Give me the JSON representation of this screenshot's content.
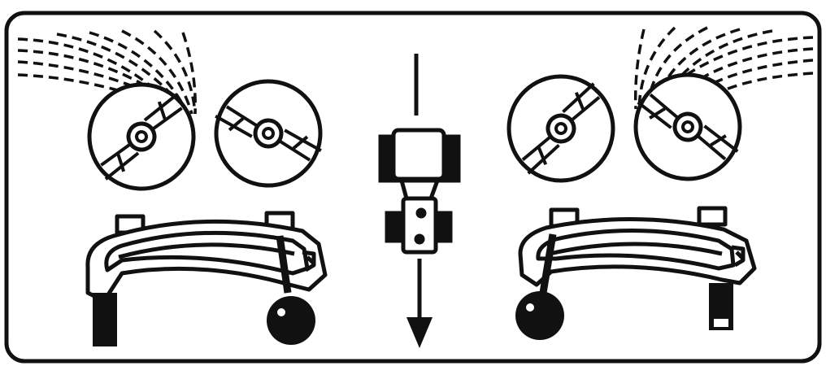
{
  "colors": {
    "ink": "#111111",
    "paper": "#ffffff"
  },
  "panels": {
    "left": {
      "rotation_direction": "counterclockwise",
      "spread_side": "left",
      "weight_side": "right"
    },
    "right": {
      "rotation_direction": "clockwise",
      "spread_side": "right",
      "weight_side": "left"
    }
  },
  "icons": {
    "tractor": "tractor-top-view-icon",
    "arrow": "travel-direction-arrow-icon",
    "disc": "spinner-disc-icon",
    "deflector": "deflector-bar-icon",
    "weight": "ball-weight-icon"
  }
}
